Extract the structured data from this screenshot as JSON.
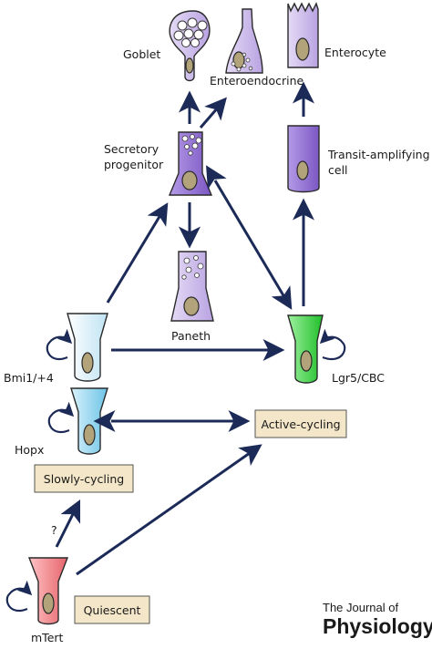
{
  "cells": {
    "goblet": "Goblet",
    "enteroendocrine": "Enteroendocrine",
    "enterocyte": "Enterocyte",
    "secretory_progenitor_line1": "Secretory",
    "secretory_progenitor_line2": "progenitor",
    "transit_amplifying_line1": "Transit-amplifying",
    "transit_amplifying_line2": "cell",
    "paneth": "Paneth",
    "bmi1": "Bmi1/+4",
    "lgr5": "Lgr5/CBC",
    "hopx": "Hopx",
    "mtert": "mTert"
  },
  "states": {
    "slowly_cycling": "Slowly-cycling",
    "active_cycling": "Active-cycling",
    "quiescent": "Quiescent"
  },
  "question_mark": "?",
  "journal": {
    "line1": "The Journal of",
    "line2": "Physiology"
  },
  "colors": {
    "arrow": "#1b2a57",
    "lavender": "#c9b8e8",
    "purple": "#8e6ccf",
    "light_blue": "#d8eef8",
    "blue": "#8fd3ee",
    "green": "#3fcf3f",
    "pink": "#ef8b8f",
    "nucleus": "#b3a37a",
    "state_box": "#f3e6c9"
  }
}
